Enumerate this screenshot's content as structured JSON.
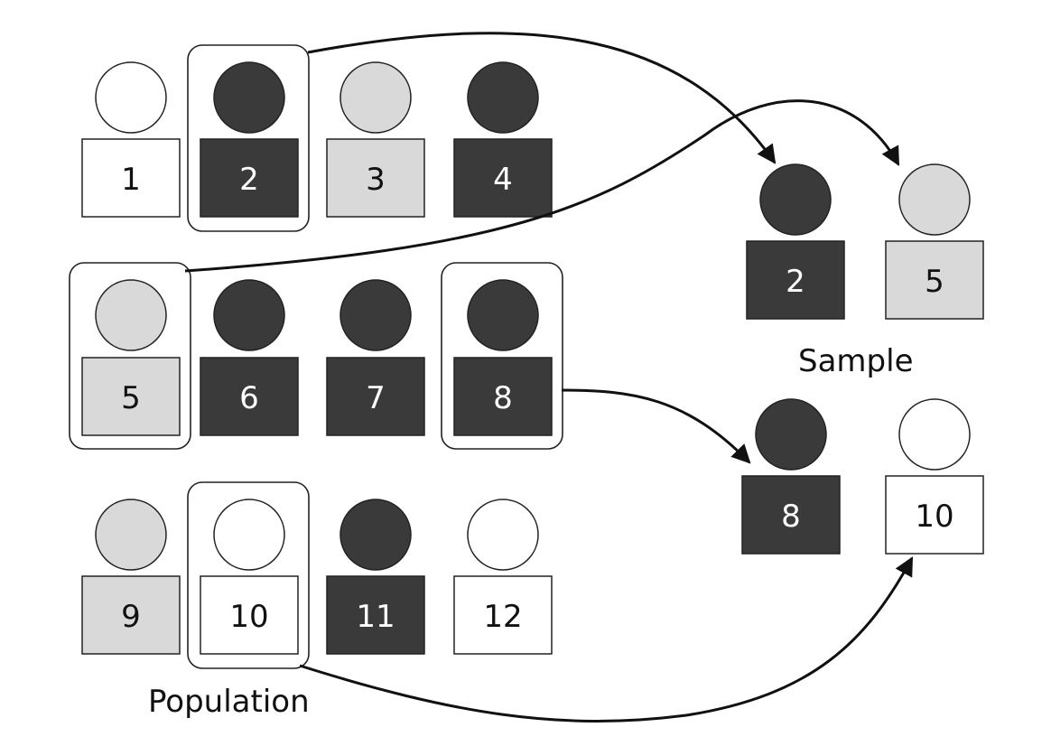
{
  "colors": {
    "white": "#ffffff",
    "light": "#d9d9d9",
    "dark": "#3a3a3a",
    "stroke": "#222222",
    "text_on_dark": "#ffffff",
    "text_on_light": "#111111"
  },
  "population": {
    "label": "Population",
    "people": [
      {
        "id": "1",
        "shade": "white",
        "selected": false
      },
      {
        "id": "2",
        "shade": "dark",
        "selected": true
      },
      {
        "id": "3",
        "shade": "light",
        "selected": false
      },
      {
        "id": "4",
        "shade": "dark",
        "selected": false
      },
      {
        "id": "5",
        "shade": "light",
        "selected": true
      },
      {
        "id": "6",
        "shade": "dark",
        "selected": false
      },
      {
        "id": "7",
        "shade": "dark",
        "selected": false
      },
      {
        "id": "8",
        "shade": "dark",
        "selected": true
      },
      {
        "id": "9",
        "shade": "light",
        "selected": false
      },
      {
        "id": "10",
        "shade": "white",
        "selected": true
      },
      {
        "id": "11",
        "shade": "dark",
        "selected": false
      },
      {
        "id": "12",
        "shade": "white",
        "selected": false
      }
    ]
  },
  "sample": {
    "label": "Sample",
    "people": [
      {
        "id": "2",
        "shade": "dark"
      },
      {
        "id": "5",
        "shade": "light"
      },
      {
        "id": "8",
        "shade": "dark"
      },
      {
        "id": "10",
        "shade": "white"
      }
    ]
  }
}
